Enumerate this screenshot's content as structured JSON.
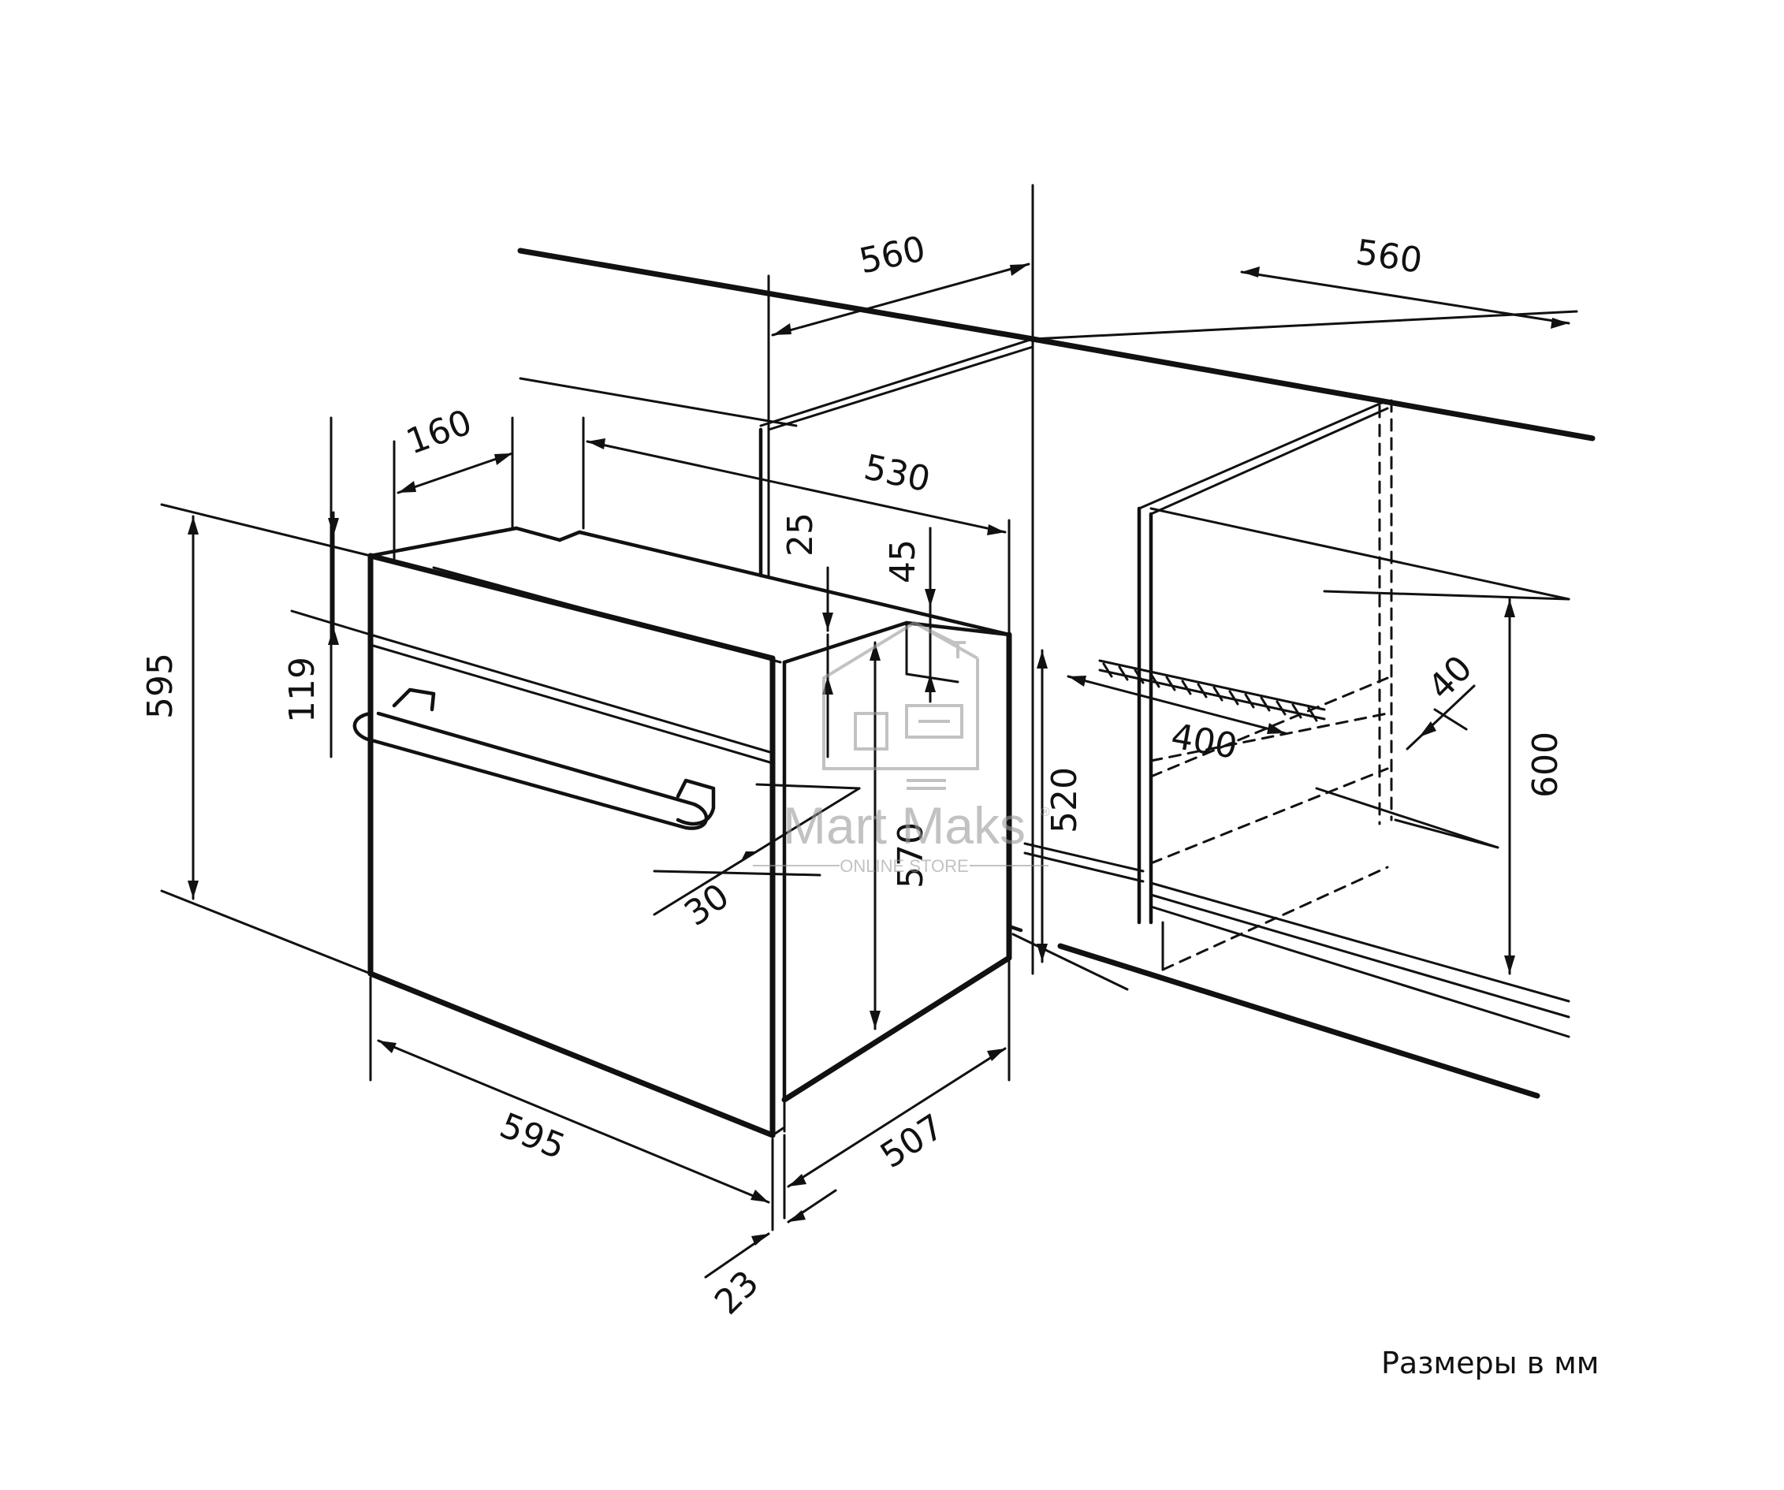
{
  "dimensions": {
    "cab_width_left": "560",
    "cab_width_right": "560",
    "top_depth": "160",
    "body_depth": "530",
    "offset_25": "25",
    "offset_45": "45",
    "panel_119": "119",
    "height_595": "595",
    "handle_30": "30",
    "inner_570": "570",
    "niche_520": "520",
    "vent_400": "400",
    "vent_40": "40",
    "niche_600": "600",
    "width_595": "595",
    "depth_507": "507",
    "door_23": "23"
  },
  "note": "Размеры в мм",
  "watermark": {
    "brand": "Mart Maks",
    "tagline": "ONLINE STORE",
    "registered": "®"
  },
  "colors": {
    "line": "#111111",
    "watermark": "#9a9a9a",
    "background": "#ffffff"
  }
}
